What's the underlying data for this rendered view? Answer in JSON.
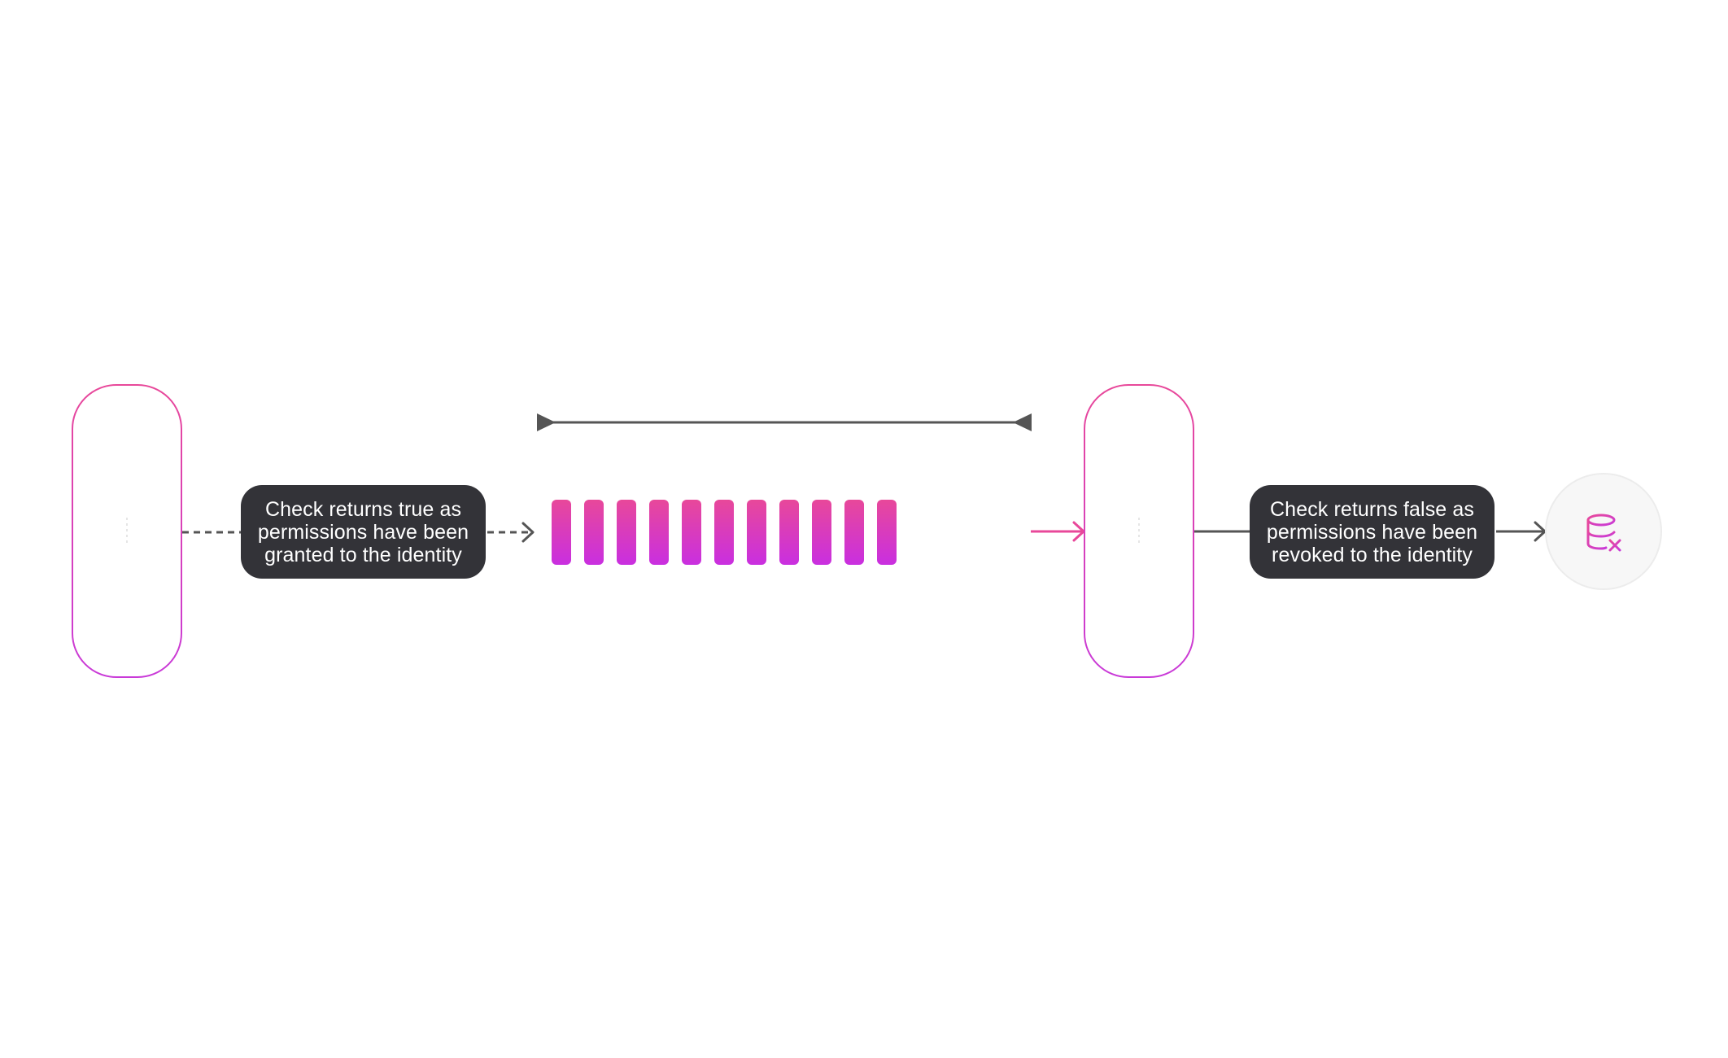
{
  "labels": {
    "left": {
      "lines": [
        "Check returns true as",
        "permissions have been",
        "granted to the identity"
      ]
    },
    "right": {
      "lines": [
        "Check returns false as",
        "permissions have been",
        "revoked to the identity"
      ]
    }
  },
  "colors": {
    "accent_pink": "#e8489a",
    "accent_magenta": "#c93ad8",
    "bar_top": "#e8489a",
    "bar_bottom": "#c92fe0",
    "label_bg": "#333338",
    "line_gray": "#555555",
    "circle_bg": "#f7f7f7",
    "circle_border": "#ececec"
  },
  "icons": {
    "end_node": "database-x-icon"
  },
  "queue": {
    "bar_count": 11
  }
}
